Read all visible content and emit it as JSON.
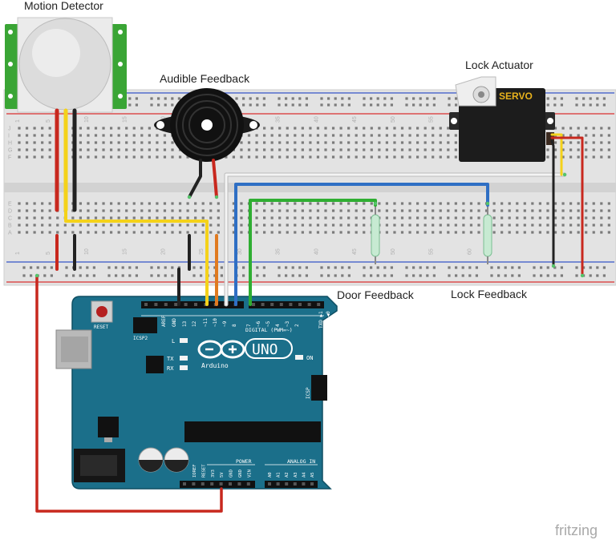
{
  "labels": {
    "motion_detector": "Motion Detector",
    "audible_feedback": "Audible Feedback",
    "lock_actuator": "Lock Actuator",
    "door_feedback": "Door Feedback",
    "lock_feedback": "Lock Feedback",
    "watermark": "fritzing"
  },
  "servo": {
    "label": "SERVO"
  },
  "arduino": {
    "uno_text": "UNO",
    "brand": "Arduino",
    "reset": "RESET",
    "icsp2": "ICSP2",
    "icsp": "ICSP",
    "digital": "DIGITAL (PWM=~)",
    "aref": "AREF",
    "gnd": "GND",
    "tx": "TX",
    "rx": "RX",
    "l": "L",
    "on": "ON",
    "power": "POWER",
    "analog_in": "ANALOG IN",
    "txd": "TXD ▶1",
    "rxd": "RXD ◀0",
    "pins_top": [
      "13",
      "12",
      "~11",
      "~10",
      "~9",
      "8",
      "7",
      "~6",
      "~5",
      "4",
      "~3",
      "2"
    ],
    "pins_power": [
      "IOREF",
      "RESET",
      "3V3",
      "5V",
      "GND",
      "GND",
      "VIN"
    ],
    "pins_analog": [
      "A0",
      "A1",
      "A2",
      "A3",
      "A4",
      "A5"
    ]
  },
  "breadboard": {
    "numbers": [
      "1",
      "5",
      "10",
      "15",
      "20",
      "25",
      "30",
      "35",
      "40",
      "45",
      "50",
      "55",
      "60"
    ],
    "rows_top": [
      "J",
      "I",
      "H",
      "G",
      "F"
    ],
    "rows_bottom": [
      "E",
      "D",
      "C",
      "B",
      "A"
    ]
  },
  "colors": {
    "arduino_blue": "#1b6f8a",
    "wire_red": "#c8281e",
    "wire_yellow": "#f4d21a",
    "wire_black": "#222222",
    "wire_orange": "#e07a1f",
    "wire_blue": "#2f6fc4",
    "wire_white": "#eeeeee",
    "wire_green": "#2fae32",
    "pir_green": "#3aa535",
    "rail_red": "#d93030",
    "rail_blue": "#3555c8"
  }
}
